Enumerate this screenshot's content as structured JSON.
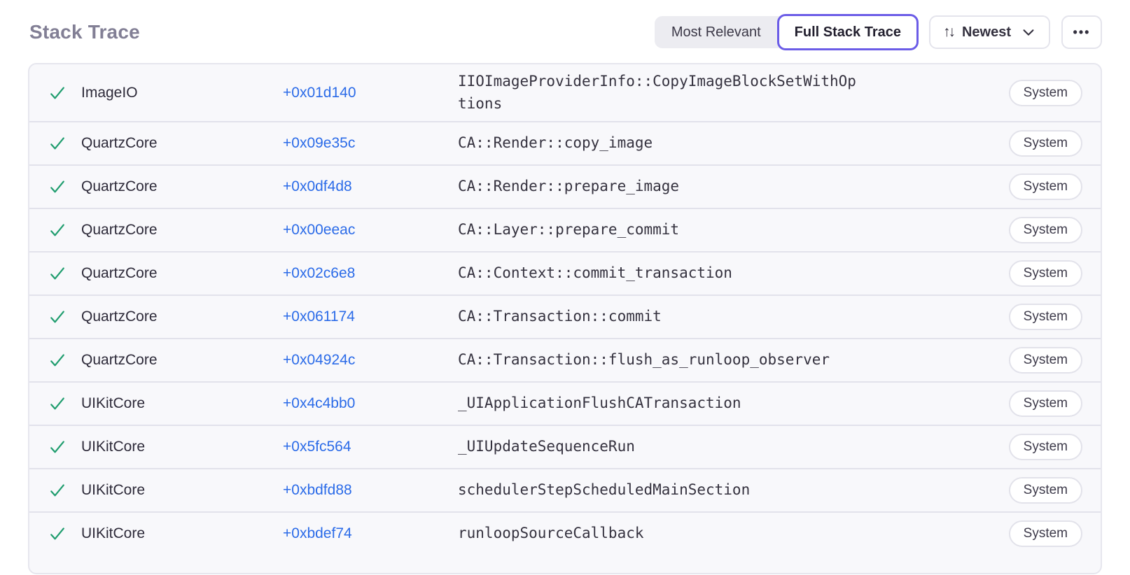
{
  "header": {
    "title": "Stack Trace",
    "view_toggle": [
      {
        "label": "Most Relevant",
        "selected": false
      },
      {
        "label": "Full Stack Trace",
        "selected": true
      }
    ],
    "sort": {
      "label": "Newest",
      "sort_icon": "up-down-arrows",
      "chevron_icon": "chevron-down"
    },
    "more": {
      "label": "•••",
      "icon": "ellipsis"
    }
  },
  "colors": {
    "accent_purple": "#6b5ce7",
    "link_blue": "#2b6be8",
    "check_green": "#1f9d6e",
    "title_gray": "#827f95",
    "card_bg": "#f8f8fb",
    "divider": "#e2e2eb"
  },
  "stack_frames": [
    {
      "module": "ImageIO",
      "offset": "+0x01d140",
      "function": "IIOImageProviderInfo::CopyImageBlockSetWithOptions",
      "badge": "System",
      "status_icon": "check"
    },
    {
      "module": "QuartzCore",
      "offset": "+0x09e35c",
      "function": "CA::Render::copy_image",
      "badge": "System",
      "status_icon": "check"
    },
    {
      "module": "QuartzCore",
      "offset": "+0x0df4d8",
      "function": "CA::Render::prepare_image",
      "badge": "System",
      "status_icon": "check"
    },
    {
      "module": "QuartzCore",
      "offset": "+0x00eeac",
      "function": "CA::Layer::prepare_commit",
      "badge": "System",
      "status_icon": "check"
    },
    {
      "module": "QuartzCore",
      "offset": "+0x02c6e8",
      "function": "CA::Context::commit_transaction",
      "badge": "System",
      "status_icon": "check"
    },
    {
      "module": "QuartzCore",
      "offset": "+0x061174",
      "function": "CA::Transaction::commit",
      "badge": "System",
      "status_icon": "check"
    },
    {
      "module": "QuartzCore",
      "offset": "+0x04924c",
      "function": "CA::Transaction::flush_as_runloop_observer",
      "badge": "System",
      "status_icon": "check"
    },
    {
      "module": "UIKitCore",
      "offset": "+0x4c4bb0",
      "function": "_UIApplicationFlushCATransaction",
      "badge": "System",
      "status_icon": "check"
    },
    {
      "module": "UIKitCore",
      "offset": "+0x5fc564",
      "function": "_UIUpdateSequenceRun",
      "badge": "System",
      "status_icon": "check"
    },
    {
      "module": "UIKitCore",
      "offset": "+0xbdfd88",
      "function": "schedulerStepScheduledMainSection",
      "badge": "System",
      "status_icon": "check"
    },
    {
      "module": "UIKitCore",
      "offset": "+0xbdef74",
      "function": "runloopSourceCallback",
      "badge": "System",
      "status_icon": "check"
    }
  ]
}
